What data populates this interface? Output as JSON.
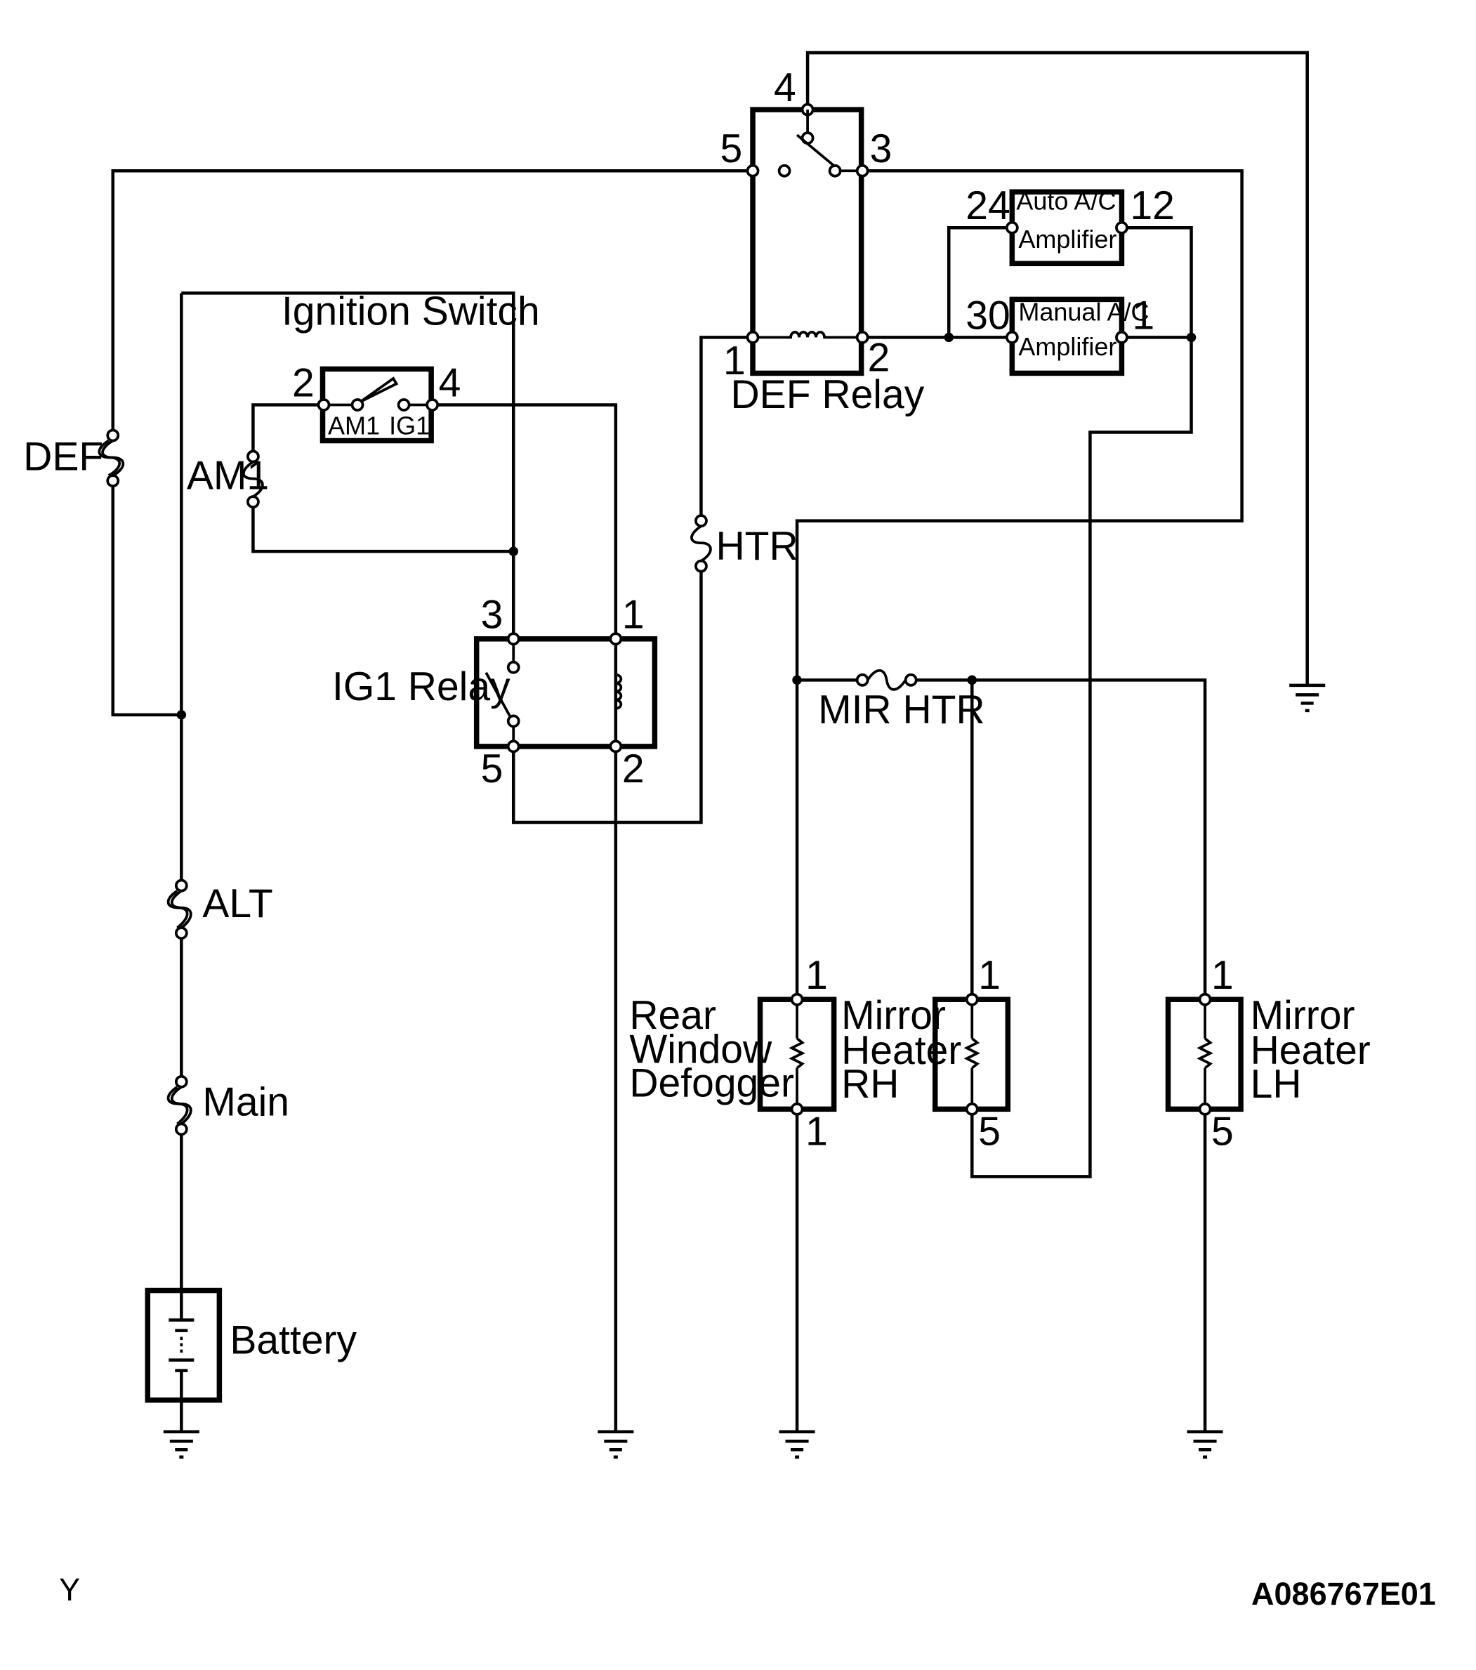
{
  "labels": {
    "def_fuse": "DEF",
    "am1_fuse": "AM1",
    "htr_fuse": "HTR",
    "alt_fuse": "ALT",
    "main_fuse": "Main",
    "battery": "Battery",
    "ignition_switch": "Ignition Switch",
    "ig_sw_am1": "AM1",
    "ig_sw_ig1": "IG1",
    "ig1_relay": "IG1 Relay",
    "def_relay": "DEF Relay",
    "mir_htr_fuse": "MIR HTR",
    "auto_ac_line1": "Auto A/C",
    "auto_ac_line2": "Amplifier",
    "manual_ac_line1": "Manual A/C",
    "manual_ac_line2": "Amplifier",
    "rear_defogger": [
      "Rear",
      "Window",
      "Defogger"
    ],
    "mirror_rh": [
      "Mirror",
      "Heater",
      "RH"
    ],
    "mirror_lh": [
      "Mirror",
      "Heater",
      "LH"
    ]
  },
  "pins": {
    "def_relay": {
      "p4": "4",
      "p5": "5",
      "p3": "3",
      "p1": "1",
      "p2": "2"
    },
    "ign_switch": {
      "p2": "2",
      "p4": "4"
    },
    "ig1_relay": {
      "p3": "3",
      "p1": "1",
      "p5": "5",
      "p2": "2"
    },
    "auto_ac": {
      "p24": "24",
      "p12": "12"
    },
    "manual_ac": {
      "p30": "30",
      "p1": "1"
    },
    "rear_defogger": {
      "top": "1",
      "bottom": "1"
    },
    "mirror_rh": {
      "top": "1",
      "bottom": "5"
    },
    "mirror_lh": {
      "top": "1",
      "bottom": "5"
    }
  },
  "footer": {
    "left": "Y",
    "right": "A086767E01"
  }
}
